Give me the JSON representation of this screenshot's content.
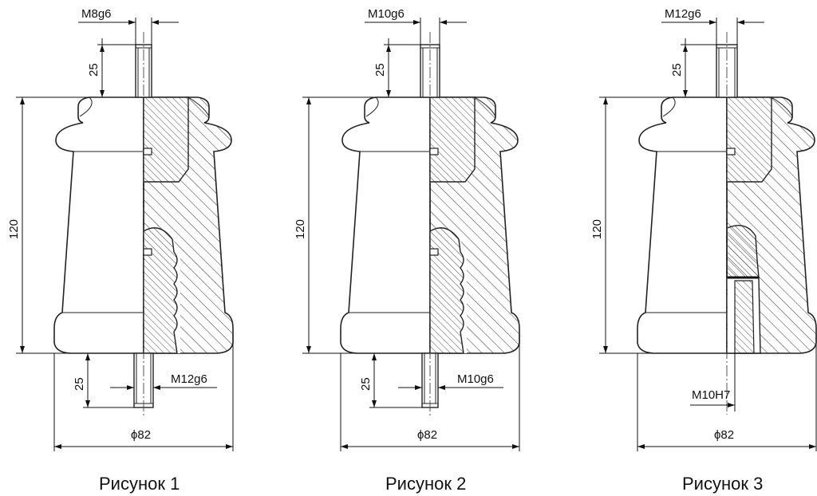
{
  "figures": [
    {
      "caption": "Рисунок 1",
      "top_thread": "M8g6",
      "top_length": "25",
      "height": "120",
      "diameter": "ϕ82",
      "bottom_thread": "M12g6",
      "bottom_length": "25",
      "bottom_type": "stud"
    },
    {
      "caption": "Рисунок 2",
      "top_thread": "M10g6",
      "top_length": "25",
      "height": "120",
      "diameter": "ϕ82",
      "bottom_thread": "M10g6",
      "bottom_length": "25",
      "bottom_type": "stud"
    },
    {
      "caption": "Рисунок 3",
      "top_thread": "M12g6",
      "top_length": "25",
      "height": "120",
      "diameter": "ϕ82",
      "bottom_thread": "M10H7",
      "bottom_length": "",
      "bottom_type": "hole"
    }
  ],
  "colors": {
    "line": "#222222",
    "background": "#ffffff"
  }
}
